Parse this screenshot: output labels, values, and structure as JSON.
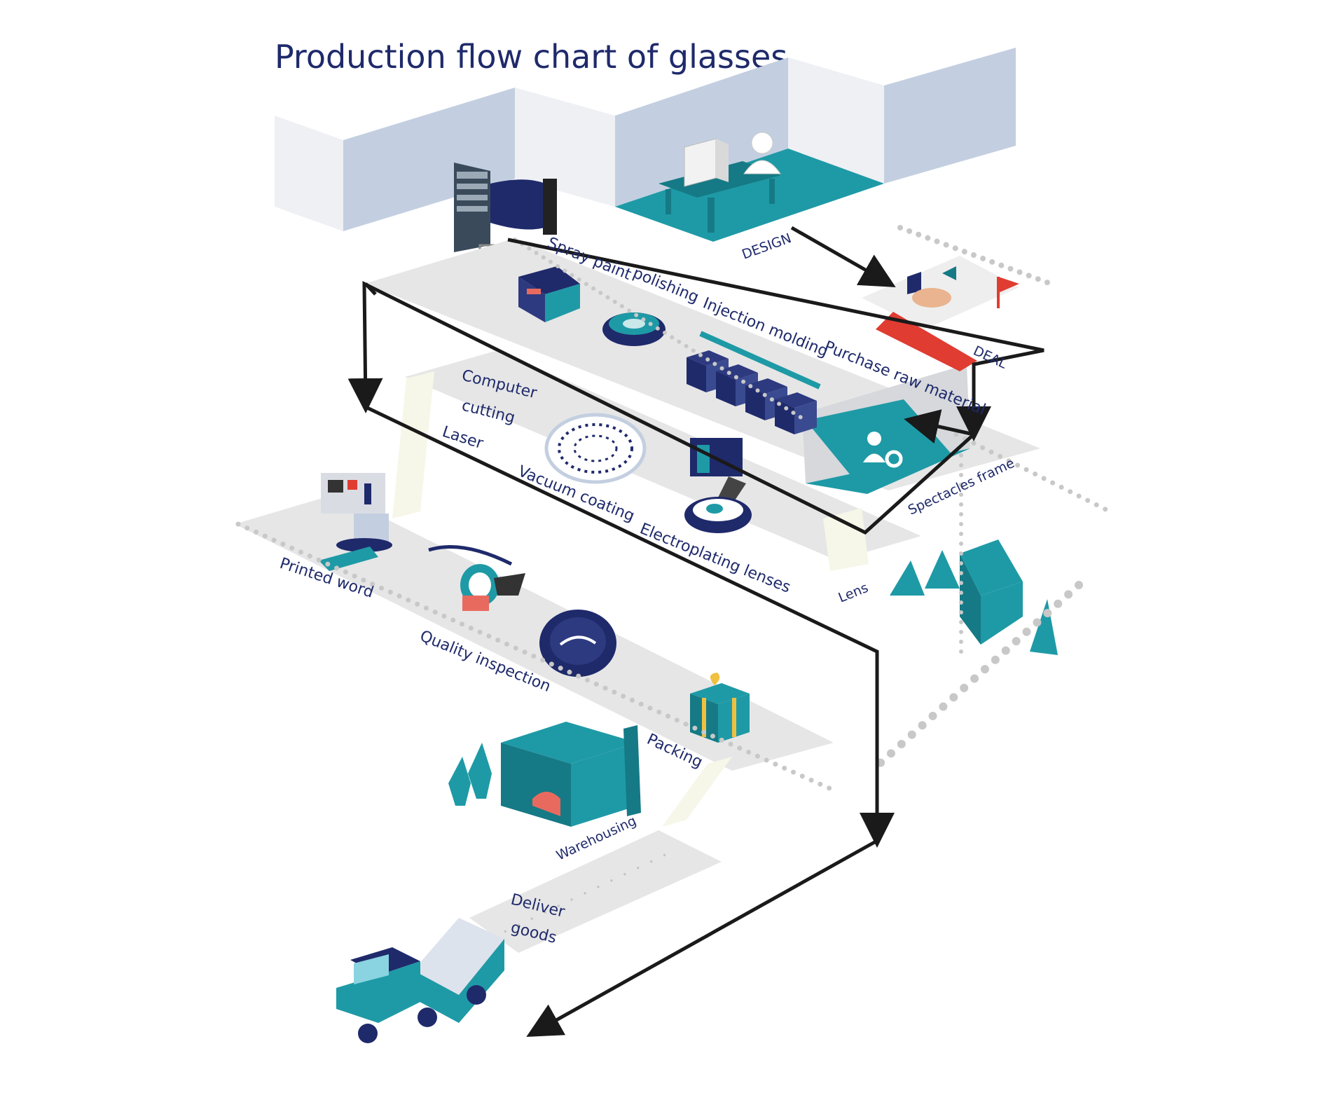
{
  "title": "Production flow chart of glasses",
  "labels": {
    "design": "DESIGN",
    "deal": "DEAL",
    "spray_paint": "Spray paint",
    "polishing": "polishing",
    "injection_molding": "Injection molding",
    "purchase_raw_material": "Purchase raw material",
    "computer_cutting_1": "Computer",
    "computer_cutting_2": "cutting",
    "laser": "Laser",
    "vacuum_coating": "Vacuum coating",
    "electroplating_lenses": "Electroplating lenses",
    "spectacles_frame": "Spectacles frame",
    "lens": "Lens",
    "printed_word": "Printed word",
    "quality_inspection": "Quality inspection",
    "packing": "Packing",
    "warehousing": "Warehousing",
    "deliver_goods_1": "Deliver",
    "deliver_goods_2": "goods"
  },
  "colors": {
    "title": "#1f2a6b",
    "teal": "#1e9aa6",
    "dark_teal": "#157a85",
    "navy": "#1f2a6b",
    "wall": "#c3cfe0",
    "floor": "#e6e6e6",
    "arrow": "#1a1a1a",
    "dots": "#c8c8c8",
    "red": "#e03c31"
  }
}
